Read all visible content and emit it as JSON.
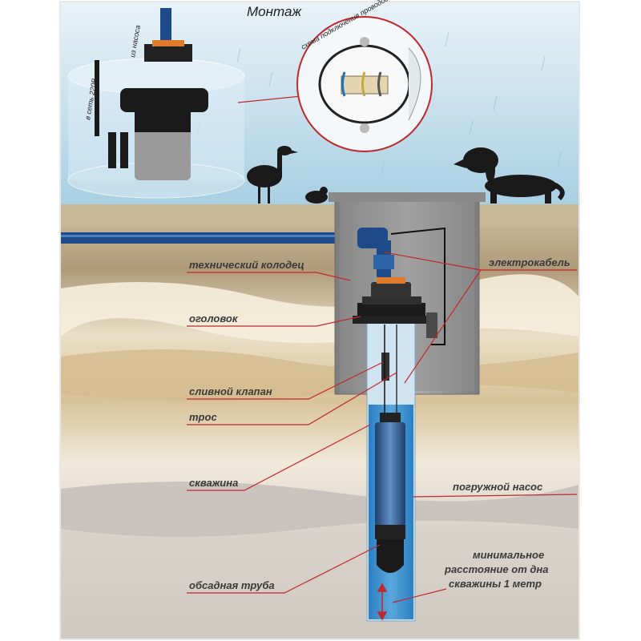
{
  "title": "Монтаж",
  "inset": {
    "wiring_caption": "схема подключения проводов в клеммной коробке",
    "from_pump": "из насоса",
    "to_mains": "в сеть 220В"
  },
  "labels": {
    "technical_well": "технический колодец",
    "wellhead": "оголовок",
    "drain_valve": "сливной клапан",
    "cable_rope": "трос",
    "borehole": "скважина",
    "casing_pipe": "обсадная труба",
    "electric_cable": "электрокабель",
    "submersible_pump": "погружной насос",
    "min_distance_line1": "минимальное",
    "min_distance_line2": "расстояние от дна",
    "min_distance_line3": "скважины 1 метр"
  },
  "colors": {
    "sky": "#bcdcec",
    "water": "#1f74b8",
    "leader": "#c0282d",
    "pipe": "#1e4a8a",
    "well_chamber": "#9a9a9a"
  }
}
